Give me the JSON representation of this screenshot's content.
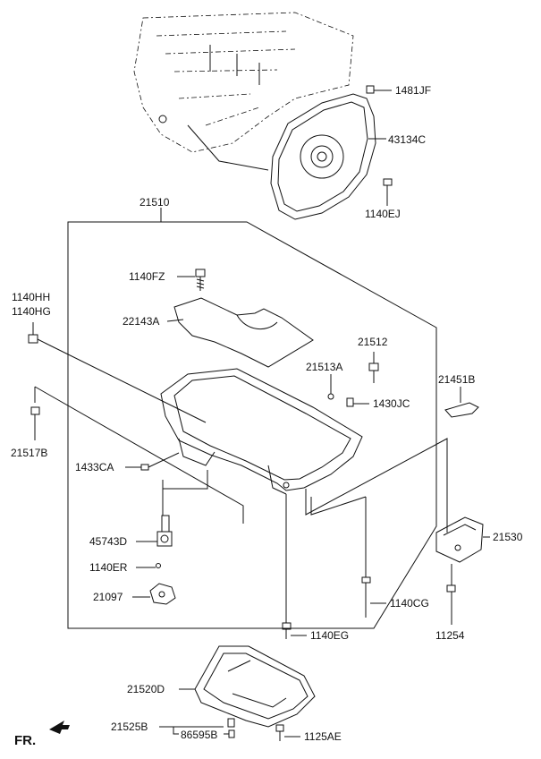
{
  "labels": {
    "l1481JF": "1481JF",
    "l43134C": "43134C",
    "l1140EJ": "1140EJ",
    "l21510": "21510",
    "l1140FZ": "1140FZ",
    "l1140HH": "1140HH",
    "l1140HG": "1140HG",
    "l22143A": "22143A",
    "l21512": "21512",
    "l21513A": "21513A",
    "l21451B": "21451B",
    "l1430JC": "1430JC",
    "l21517B": "21517B",
    "l1433CA": "1433CA",
    "l45743D": "45743D",
    "l1140ER": "1140ER",
    "l21097": "21097",
    "l21530": "21530",
    "l1140CG": "1140CG",
    "l11254": "11254",
    "l1140EG": "1140EG",
    "l21520D": "21520D",
    "l21525B": "21525B",
    "l86595B": "86595B",
    "l1125AE": "1125AE",
    "fr": "FR."
  }
}
